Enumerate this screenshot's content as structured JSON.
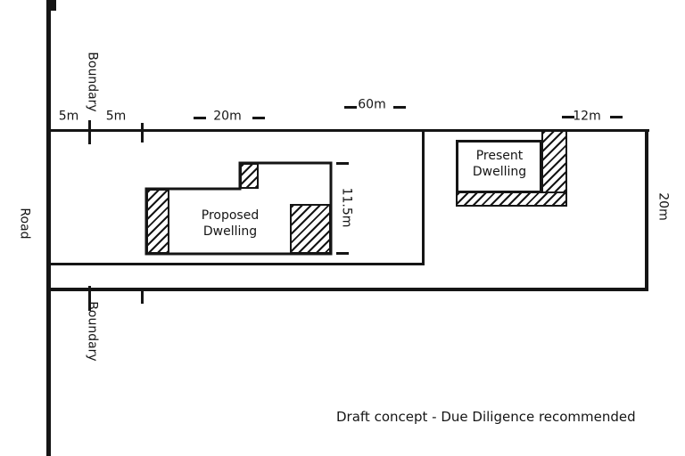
{
  "diagram": {
    "road_label": "Road",
    "boundary_top_label": "Boundary",
    "boundary_bottom_label": "Boundary",
    "footer_note": "Draft concept - Due Diligence recommended",
    "colors": {
      "ink": "#151515",
      "paper": "#ffffff"
    },
    "dimensions": {
      "setback_a": "5m",
      "setback_b": "5m",
      "proposed_frontage": "20m",
      "lot_width": "60m",
      "present_frontage": "12m",
      "proposed_depth": "11.5m",
      "right_boundary_depth": "20m"
    },
    "buildings": {
      "proposed": "Proposed Dwelling",
      "present": "Present Dwelling"
    }
  }
}
